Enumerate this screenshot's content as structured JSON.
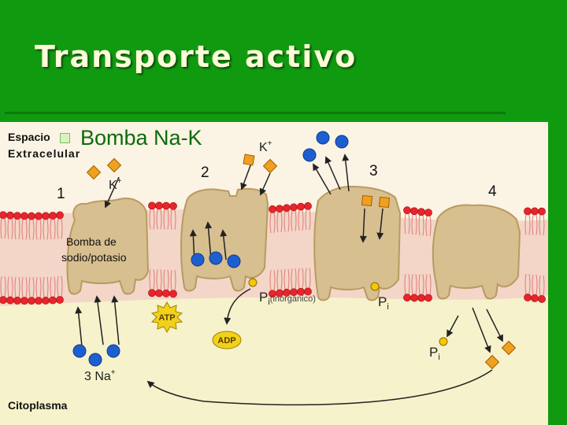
{
  "slide": {
    "title": "Transporte activo",
    "bullet": "Bomba Na-K"
  },
  "figure": {
    "extracellular_label_1": "Espacio",
    "extracellular_label_2": "Extracelular",
    "cytoplasm_label": "Citoplasma",
    "step_1": "1",
    "step_2": "2",
    "step_3": "3",
    "step_4": "4",
    "pump_label_1": "Bomba de",
    "pump_label_2": "sodio/potasio",
    "k_ion": "K",
    "k_plus": "+",
    "na_count": "3 Na",
    "na_plus": "+",
    "atp": "ATP",
    "adp": "ADP",
    "pi_main": "P",
    "pi_sub": "i",
    "pi_note": "(inorgánico)",
    "colors": {
      "background": "#109a10",
      "extracellular": "#fbf3e4",
      "cytoplasm": "#f6f2cb",
      "lipid_head": "#e8242c",
      "protein": "#d7bf90",
      "sodium": "#1e5fd0",
      "potassium": "#f0a020",
      "phosphate": "#f5c800"
    }
  }
}
